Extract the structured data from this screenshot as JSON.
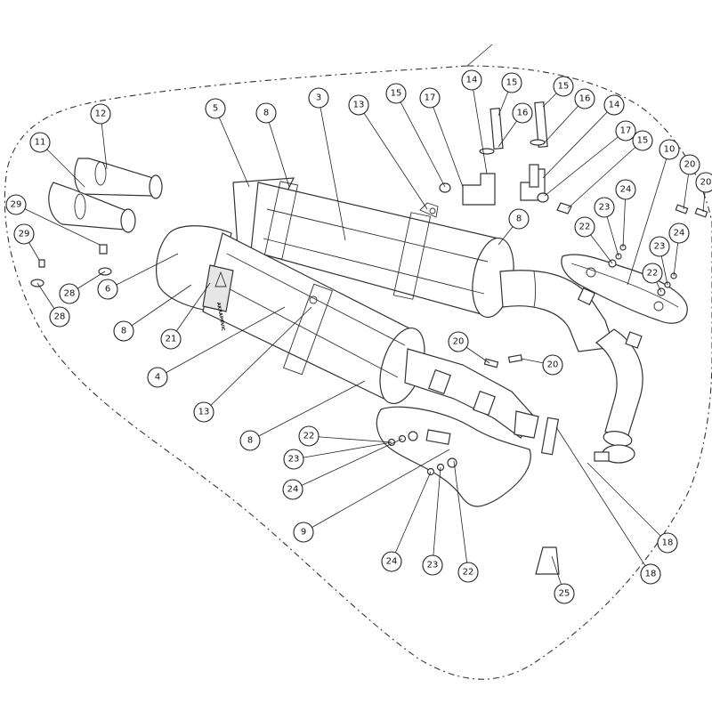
{
  "diagram": {
    "kind": "exploded-parts-view",
    "logo_text": "AKRAPOVIC",
    "part_labels": [
      "3",
      "4",
      "5",
      "6",
      "8",
      "9",
      "10",
      "11",
      "12",
      "13",
      "14",
      "15",
      "16",
      "17",
      "18",
      "20",
      "21",
      "22",
      "23",
      "24",
      "25",
      "28",
      "29"
    ]
  },
  "callouts": [
    {
      "id": "c12",
      "label": "12"
    },
    {
      "id": "c11",
      "label": "11"
    },
    {
      "id": "c29a",
      "label": "29"
    },
    {
      "id": "c29b",
      "label": "29"
    },
    {
      "id": "c28a",
      "label": "28"
    },
    {
      "id": "c28b",
      "label": "28"
    },
    {
      "id": "c6",
      "label": "6"
    },
    {
      "id": "c5",
      "label": "5"
    },
    {
      "id": "c8a",
      "label": "8"
    },
    {
      "id": "c3",
      "label": "3"
    },
    {
      "id": "c13a",
      "label": "13"
    },
    {
      "id": "c15a",
      "label": "15"
    },
    {
      "id": "c17a",
      "label": "17"
    },
    {
      "id": "c14a",
      "label": "14"
    },
    {
      "id": "c15b",
      "label": "15"
    },
    {
      "id": "c16a",
      "label": "16"
    },
    {
      "id": "c15c",
      "label": "15"
    },
    {
      "id": "c16b",
      "label": "16"
    },
    {
      "id": "c14b",
      "label": "14"
    },
    {
      "id": "c17b",
      "label": "17"
    },
    {
      "id": "c15d",
      "label": "15"
    },
    {
      "id": "c10",
      "label": "10"
    },
    {
      "id": "c20a",
      "label": "20"
    },
    {
      "id": "c20b",
      "label": "20"
    },
    {
      "id": "c24a",
      "label": "24"
    },
    {
      "id": "c23a",
      "label": "23"
    },
    {
      "id": "c22a",
      "label": "22"
    },
    {
      "id": "c23b",
      "label": "23"
    },
    {
      "id": "c24b",
      "label": "24"
    },
    {
      "id": "c22b",
      "label": "22"
    },
    {
      "id": "c8b",
      "label": "8"
    },
    {
      "id": "c8c",
      "label": "8"
    },
    {
      "id": "c21",
      "label": "21"
    },
    {
      "id": "c4",
      "label": "4"
    },
    {
      "id": "c13b",
      "label": "13"
    },
    {
      "id": "c20c",
      "label": "20"
    },
    {
      "id": "c20d",
      "label": "20"
    },
    {
      "id": "c8d",
      "label": "8"
    },
    {
      "id": "c22c",
      "label": "22"
    },
    {
      "id": "c23c",
      "label": "23"
    },
    {
      "id": "c24c",
      "label": "24"
    },
    {
      "id": "c9",
      "label": "9"
    },
    {
      "id": "c24d",
      "label": "24"
    },
    {
      "id": "c23d",
      "label": "23"
    },
    {
      "id": "c22d",
      "label": "22"
    },
    {
      "id": "c18a",
      "label": "18"
    },
    {
      "id": "c18b",
      "label": "18"
    },
    {
      "id": "c25",
      "label": "25"
    }
  ]
}
